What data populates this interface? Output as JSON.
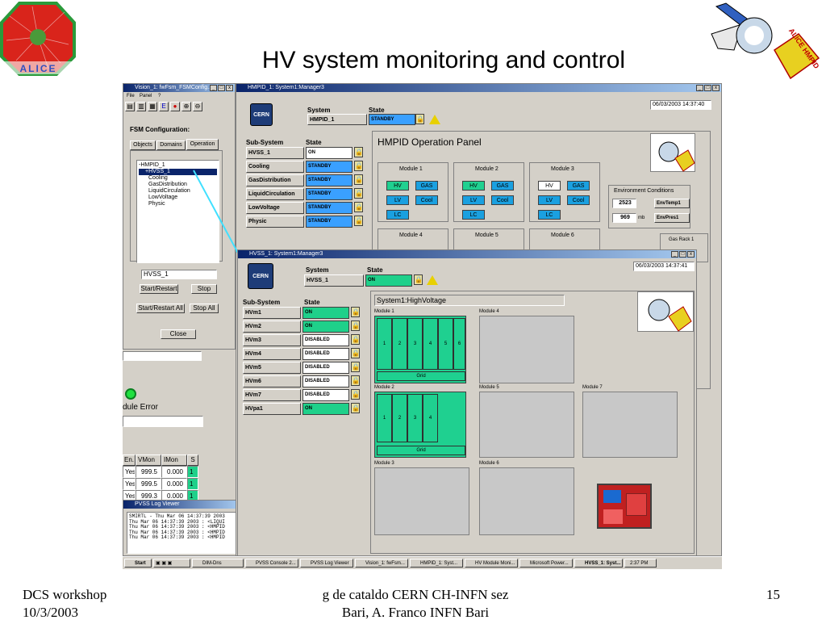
{
  "slide": {
    "title": "HV system monitoring and control",
    "footer_left_1": "DCS workshop",
    "footer_left_2": "10/3/2003",
    "footer_center_1": "g de cataldo CERN CH-INFN sez",
    "footer_center_2": "Bari, A. Franco INFN Bari",
    "page_number": "15",
    "logo_left_text": "ALICE",
    "logo_right_text": "ALICE HMPID"
  },
  "fsm": {
    "title": "Vision_1: fwFsm_FSMConfig...",
    "menu": [
      "File",
      "Panel",
      "?"
    ],
    "config_label": "FSM Configuration:",
    "tabs": [
      "Objects",
      "Domains",
      "Operation"
    ],
    "tree": [
      "-HMPID_1",
      "+HVSS_1",
      "Cooling",
      "GasDistribution",
      "LiquidCirculation",
      "LowVoltage",
      "Physic"
    ],
    "selected_field": "HVSS_1",
    "btn_start_restart": "Start/Restart",
    "btn_stop": "Stop",
    "btn_start_restart_all": "Start/Restart All",
    "btn_stop_all": "Stop All",
    "btn_close": "Close",
    "error_text": "dule Error",
    "table_headers": [
      "En.",
      "VMon",
      "IMon",
      "S"
    ],
    "table_rows": [
      [
        "Yes",
        "999.5",
        "0.000",
        "1"
      ],
      [
        "Yes",
        "999.5",
        "0.000",
        "1"
      ],
      [
        "Yes",
        "999.3",
        "0.000",
        "1"
      ]
    ]
  },
  "hmpid": {
    "title": "HMPID_1: System1:Manager3",
    "datetime": "06/03/2003 14:37:40",
    "system_label": "System",
    "state_label": "State",
    "system_value": "HMPID_1",
    "system_state": "STANDBY",
    "subsystem_label": "Sub-System",
    "subsystem_state_label": "State",
    "subsystems": [
      {
        "name": "HVSS_1",
        "state": "ON"
      },
      {
        "name": "Cooling",
        "state": "STANDBY"
      },
      {
        "name": "GasDistribution",
        "state": "STANDBY"
      },
      {
        "name": "LiquidCirculation",
        "state": "STANDBY"
      },
      {
        "name": "LowVoltage",
        "state": "STANDBY"
      },
      {
        "name": "Physic",
        "state": "STANDBY"
      }
    ],
    "panel_title": "HMPID Operation Panel",
    "modules": [
      "Module 1",
      "Module 2",
      "Module 3",
      "Module 4",
      "Module 5",
      "Module 6"
    ],
    "btn_hv": "HV",
    "btn_gas": "GAS",
    "btn_lv": "LV",
    "btn_cool": "Cool",
    "btn_lc": "LC",
    "env_title": "Environment Conditions",
    "env_temp_value": "2523",
    "env_temp_label": "EnvTemp1",
    "env_press_value": "969",
    "env_press_unit": "mb",
    "env_press_label": "EnvPres1",
    "gas_rack": "Gas Rack 1"
  },
  "hvss": {
    "title": "HVSS_1: System1:Manager3",
    "datetime": "06/03/2003 14:37:41",
    "system_label": "System",
    "state_label": "State",
    "system_value": "HVSS_1",
    "system_state": "ON",
    "subsystem_label": "Sub-System",
    "subsystem_state_label": "State",
    "subsystems": [
      {
        "name": "HVm1",
        "state": "ON"
      },
      {
        "name": "HVm2",
        "state": "ON"
      },
      {
        "name": "HVm3",
        "state": "DISABLED"
      },
      {
        "name": "HVm4",
        "state": "DISABLED"
      },
      {
        "name": "HVm5",
        "state": "DISABLED"
      },
      {
        "name": "HVm6",
        "state": "DISABLED"
      },
      {
        "name": "HVm7",
        "state": "DISABLED"
      },
      {
        "name": "HVpa1",
        "state": "ON"
      }
    ],
    "panel_title": "System1:HighVoltage",
    "modules": [
      "Module 1",
      "Module 4",
      "Module 2",
      "Module 5",
      "Module 7",
      "Module 3",
      "Module 6"
    ],
    "cells_m1": [
      "1",
      "2",
      "3",
      "4",
      "5",
      "6"
    ],
    "cells_m2": [
      "1",
      "2",
      "3",
      "4"
    ],
    "grid_label": "Grid"
  },
  "log": {
    "title": "PVSS Log Viewer",
    "lines": [
      "SMIRTL - Thu Mar 06 14:37:39 2003",
      "Thu Mar 06 14:37:39 2003 : <LIQUI",
      "Thu Mar 06 14:37:39 2003 : <HMPID",
      "Thu Mar 06 14:37:39 2003 : <HMPID",
      "Thu Mar 06 14:37:39 2003 : <HMPID"
    ]
  },
  "taskbar": {
    "start": "Start",
    "items": [
      "DIM-Dns",
      "PVSS Console 2...",
      "PVSS Log Viewer",
      "Vision_1: fwFsm...",
      "HMPID_1: Syst...",
      "HV Module Moni...",
      "Microsoft Power...",
      "HVSS_1: Syst..."
    ],
    "clock": "2:37 PM"
  },
  "colors": {
    "accent_blue": "#3aa0ff",
    "accent_green": "#1fd08a",
    "titlebar": "#0a246a"
  }
}
